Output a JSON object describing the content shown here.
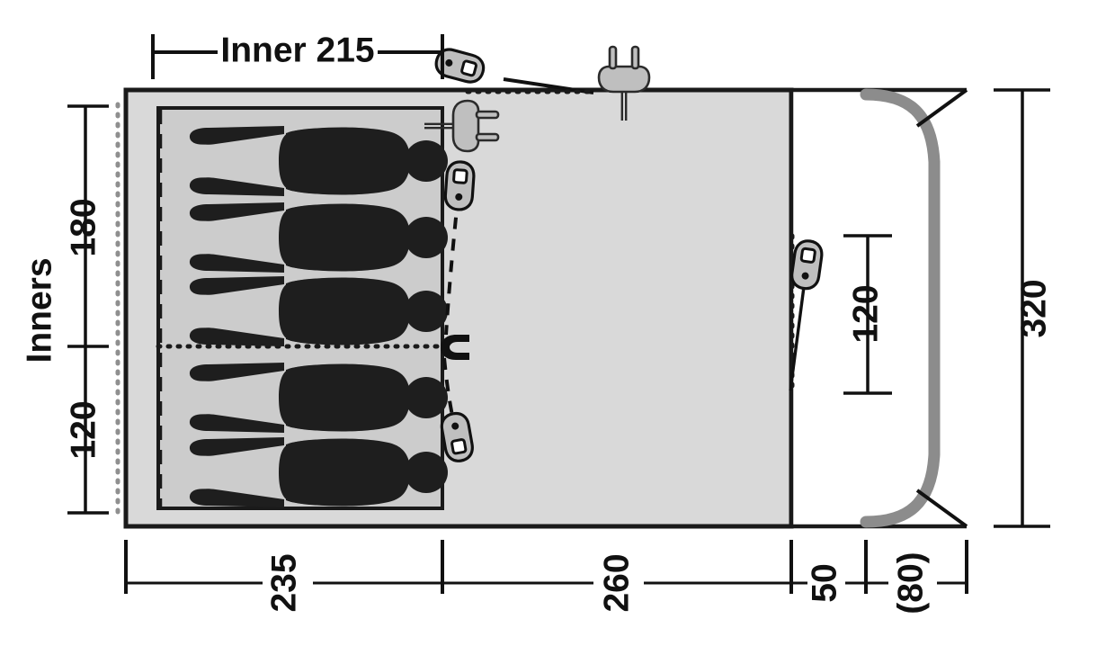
{
  "diagram": {
    "type": "tent-floorplan",
    "title_label": "Inner 215",
    "inners_label": "Inners",
    "colors": {
      "outline": "#1a1a1a",
      "body_fill": "#d9d9d9",
      "inner_fill": "#cccccc",
      "pole": "#8c8c8c",
      "icon_fill": "#bfbfbf",
      "person": "#1e1e1e",
      "background": "#ffffff"
    },
    "sleeper_count": 5,
    "sleepers": [
      {
        "id": "sleeper-1",
        "compartment": "inner-180"
      },
      {
        "id": "sleeper-2",
        "compartment": "inner-180"
      },
      {
        "id": "sleeper-3",
        "compartment": "inner-180"
      },
      {
        "id": "sleeper-4",
        "compartment": "inner-120"
      },
      {
        "id": "sleeper-5",
        "compartment": "inner-120"
      }
    ],
    "dimensions": {
      "top": [
        {
          "name": "inner-width",
          "label": "Inner 215",
          "value": 215,
          "unit": "cm",
          "orientation": "horizontal"
        }
      ],
      "left": [
        {
          "name": "inner-depth-upper",
          "label": "180",
          "value": 180,
          "unit": "cm",
          "orientation": "vertical"
        },
        {
          "name": "inner-depth-lower",
          "label": "120",
          "value": 120,
          "unit": "cm",
          "orientation": "vertical"
        }
      ],
      "right": [
        {
          "name": "door-opening",
          "label": "120",
          "value": 120,
          "unit": "cm",
          "orientation": "vertical"
        },
        {
          "name": "overall-depth",
          "label": "320",
          "value": 320,
          "unit": "cm",
          "orientation": "vertical"
        }
      ],
      "bottom": [
        {
          "name": "bedroom-length",
          "label": "235",
          "value": 235,
          "unit": "cm",
          "orientation": "vertical"
        },
        {
          "name": "living-length",
          "label": "260",
          "value": 260,
          "unit": "cm",
          "orientation": "vertical"
        },
        {
          "name": "porch-length",
          "label": "50",
          "value": 50,
          "unit": "cm",
          "orientation": "vertical"
        },
        {
          "name": "canopy-length",
          "label": "(80)",
          "value": 80,
          "unit": "cm",
          "orientation": "vertical"
        }
      ]
    },
    "icons": [
      {
        "name": "power-socket-icon",
        "type": "plug",
        "position": "top-edge-center"
      },
      {
        "name": "power-inlet-icon",
        "type": "plug",
        "position": "inner-top-right"
      },
      {
        "name": "guy-line-peg-top-icon",
        "type": "peg",
        "position": "top-outside"
      },
      {
        "name": "guy-line-peg-upper-icon",
        "type": "peg",
        "position": "inner-right-upper"
      },
      {
        "name": "guy-line-peg-lower-icon",
        "type": "peg",
        "position": "inner-right-lower"
      },
      {
        "name": "guy-line-peg-right-icon",
        "type": "peg",
        "position": "right-door"
      },
      {
        "name": "zipper-door-icon",
        "type": "zipper",
        "position": "inner-right-middle"
      }
    ]
  }
}
